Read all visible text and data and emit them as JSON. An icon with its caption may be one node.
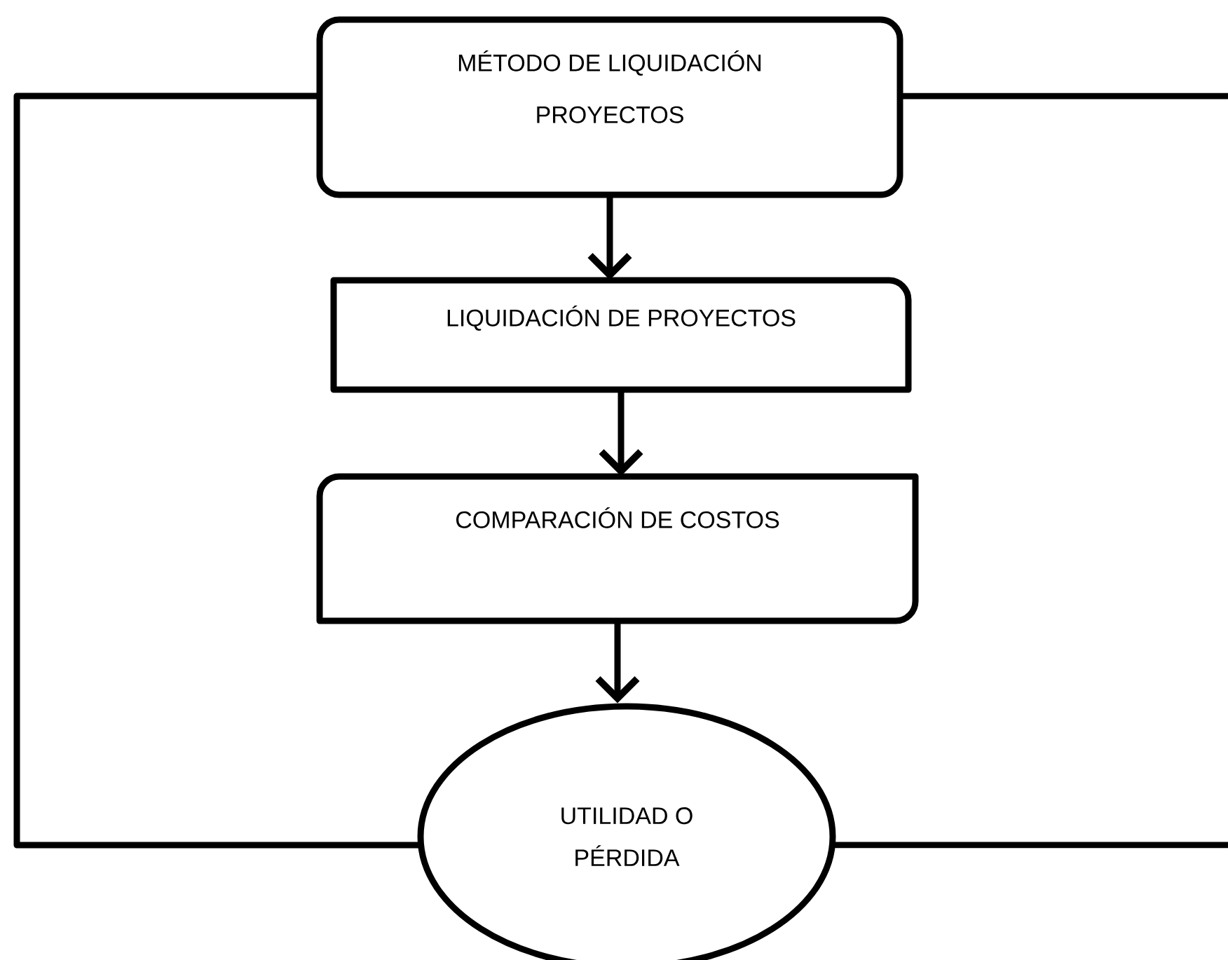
{
  "diagram": {
    "nodes": [
      {
        "text": [
          "MÉTODO DE LIQUIDACIÓN PROYECTOS"
        ]
      },
      {
        "text": [
          "LIQUIDACIÓN DE PROYECTOS"
        ]
      },
      {
        "text": [
          "COMPARACIÓN DE COSTOS"
        ]
      },
      {
        "text": [
          "UTILIDAD O PÉRDIDA"
        ]
      }
    ],
    "edges": [
      {
        "from": 0,
        "to": 1,
        "arrow": "to"
      },
      {
        "from": 1,
        "to": 2,
        "arrow": "to"
      },
      {
        "from": 2,
        "to": 3,
        "arrow": "to"
      },
      {
        "from": 0,
        "to": 3,
        "arrow": "none"
      },
      {
        "from": 0,
        "to": 3,
        "arrow": "none"
      }
    ]
  }
}
